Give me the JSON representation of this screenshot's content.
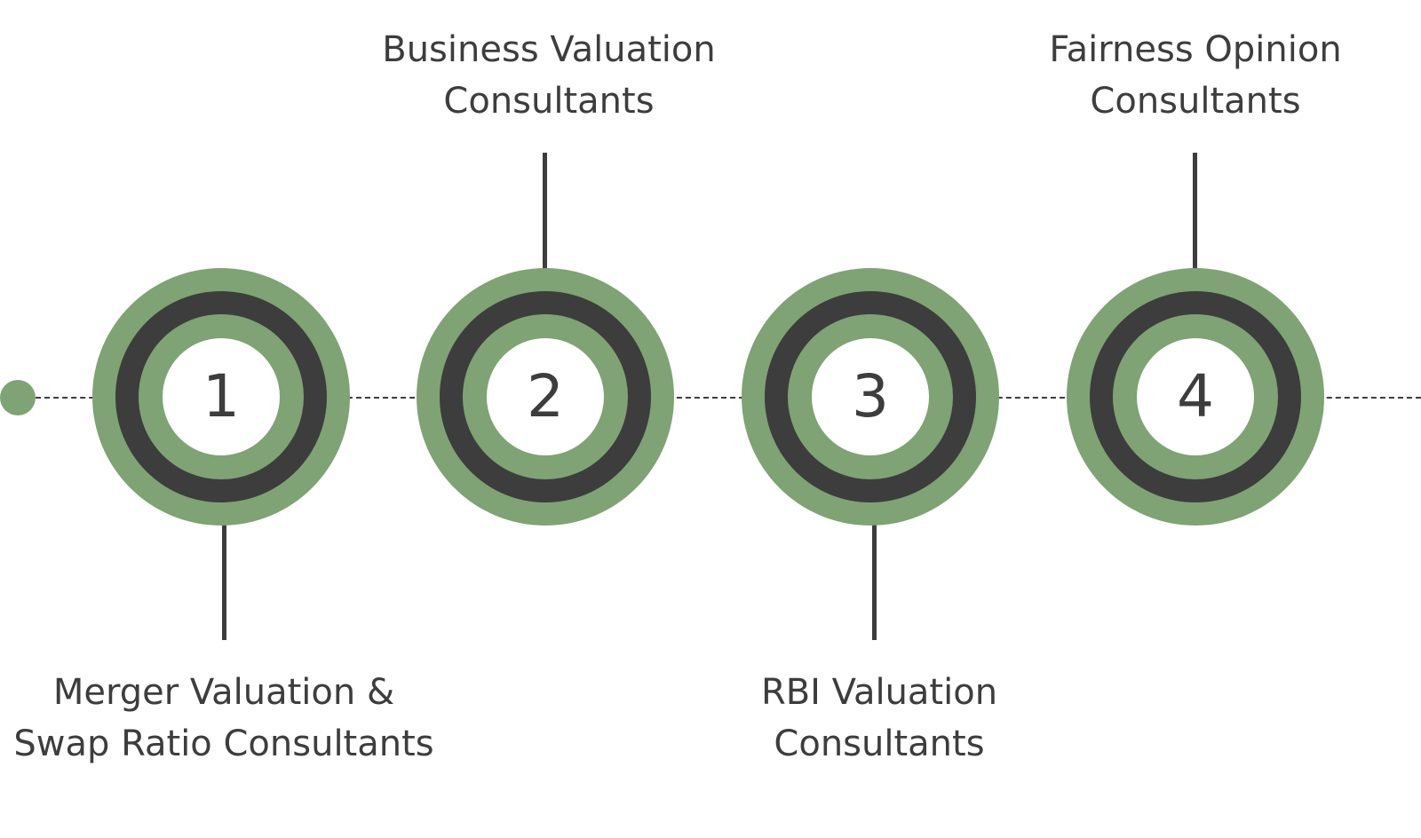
{
  "colors": {
    "accent_green": "#7fa374",
    "dark": "#3d3d3d",
    "background": "#ffffff"
  },
  "steps": [
    {
      "number": "1",
      "label_lines": [
        "Merger Valuation &",
        "Swap Ratio Consultants"
      ]
    },
    {
      "number": "2",
      "label_lines": [
        "Business Valuation",
        "Consultants"
      ]
    },
    {
      "number": "3",
      "label_lines": [
        "RBI Valuation",
        "Consultants"
      ]
    },
    {
      "number": "4",
      "label_lines": [
        "Fairness Opinion",
        "Consultants"
      ]
    }
  ]
}
